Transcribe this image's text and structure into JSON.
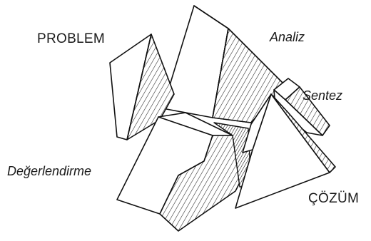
{
  "labels": {
    "problem": "PROBLEM",
    "analiz": "Analiz",
    "sentez": "Sentez",
    "degerlendirme": "Değerlendirme",
    "cozum": "ÇÖZÜM"
  },
  "colors": {
    "ink": "#111111",
    "paper": "#ffffff"
  }
}
